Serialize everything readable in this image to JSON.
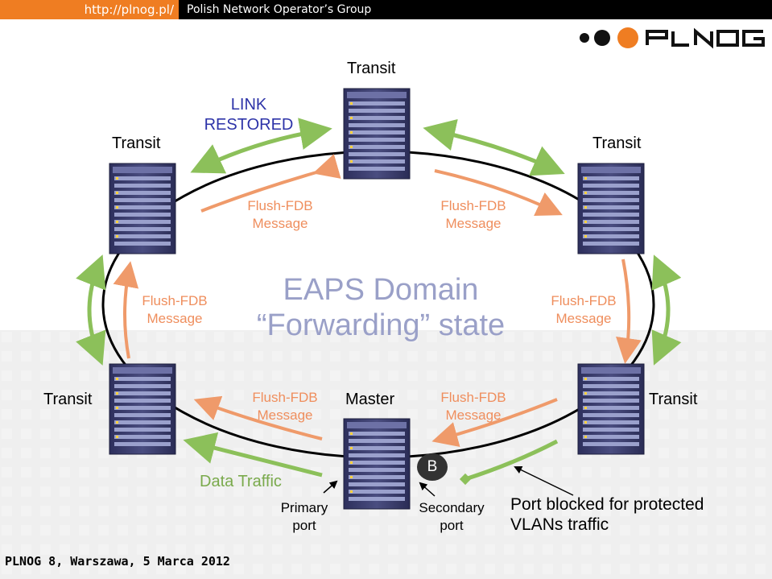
{
  "header": {
    "url": "http://plnog.pl/",
    "group": "Polish Network Operator’s Group",
    "logo_text": "PLNOG"
  },
  "nodes": {
    "top": "Transit",
    "top_left": "Transit",
    "top_right": "Transit",
    "left": "Transit",
    "right": "Transit",
    "master": "Master"
  },
  "link_restored": [
    "LINK",
    "RESTORED"
  ],
  "flush_messages": {
    "top_left": [
      "Flush-FDB",
      "Message"
    ],
    "top_right": [
      "Flush-FDB",
      "Message"
    ],
    "left": [
      "Flush-FDB",
      "Message"
    ],
    "right": [
      "Flush-FDB",
      "Message"
    ],
    "bottom_left": [
      "Flush-FDB",
      "Message"
    ],
    "bottom_right": [
      "Flush-FDB",
      "Message"
    ]
  },
  "domain": {
    "line1": "EAPS Domain",
    "line2": "“Forwarding” state"
  },
  "data_traffic": "Data Traffic",
  "primary_port": [
    "Primary",
    "port"
  ],
  "secondary_port": [
    "Secondary",
    "port"
  ],
  "blocked_note": [
    "Port blocked for protected",
    "VLANs traffic"
  ],
  "badge": "B",
  "footer": "PLNOG 8, Warszawa, 5 Marca 2012",
  "colors": {
    "accent_orange": "#ef7d22",
    "flush_color": "#ef8e5d",
    "green_arrow": "#8cc05a",
    "domain_text": "#9aa0c8",
    "restored_text": "#2d33a8"
  }
}
